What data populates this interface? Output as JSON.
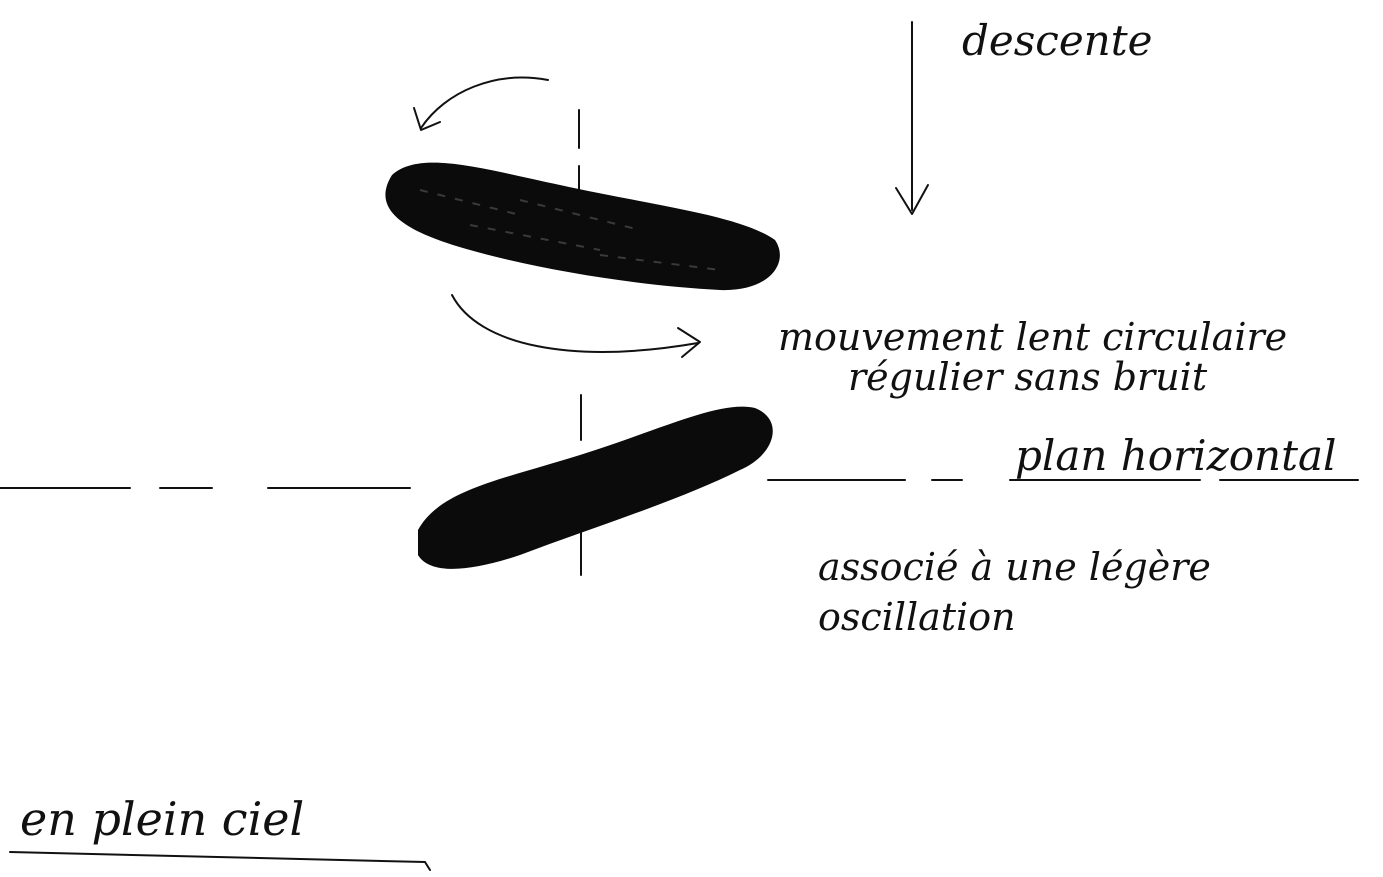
{
  "labels": {
    "descent": "descente",
    "motion_line1": "mouvement lent circulaire",
    "motion_line2": "régulier sans bruit",
    "plane": "plan horizontal",
    "oscillation_line1": "associé à une légère",
    "oscillation_line2": "oscillation",
    "sky": "en plein ciel"
  },
  "colors": {
    "ink": "#111111",
    "background": "#ffffff"
  }
}
